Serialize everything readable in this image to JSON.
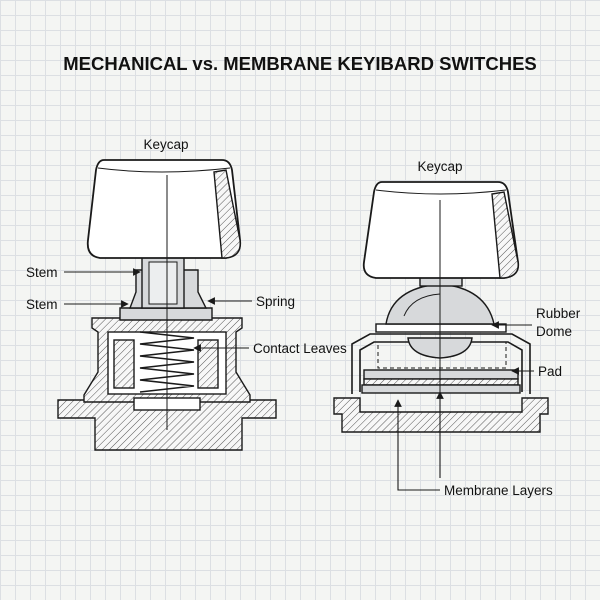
{
  "title": "MECHANICAL vs. MEMBRANE KEYIBARD SWITCHES",
  "mechanical": {
    "keycap_label": "Keycap",
    "stem_upper_label": "Stem",
    "stem_lower_label": "Stem",
    "spring_label": "Spring",
    "contact_leaves_label": "Contact Leaves"
  },
  "membrane": {
    "keycap_label": "Keycap",
    "rubber_dome_label_line1": "Rubber",
    "rubber_dome_label_line2": "Dome",
    "pad_label": "Pad",
    "membrane_layers_label": "Membrane Layers"
  },
  "colors": {
    "ink": "#1a1a1a",
    "paper": "#f4f5f3",
    "grid": "#dcdfe3",
    "shade": "#d7d9db"
  }
}
